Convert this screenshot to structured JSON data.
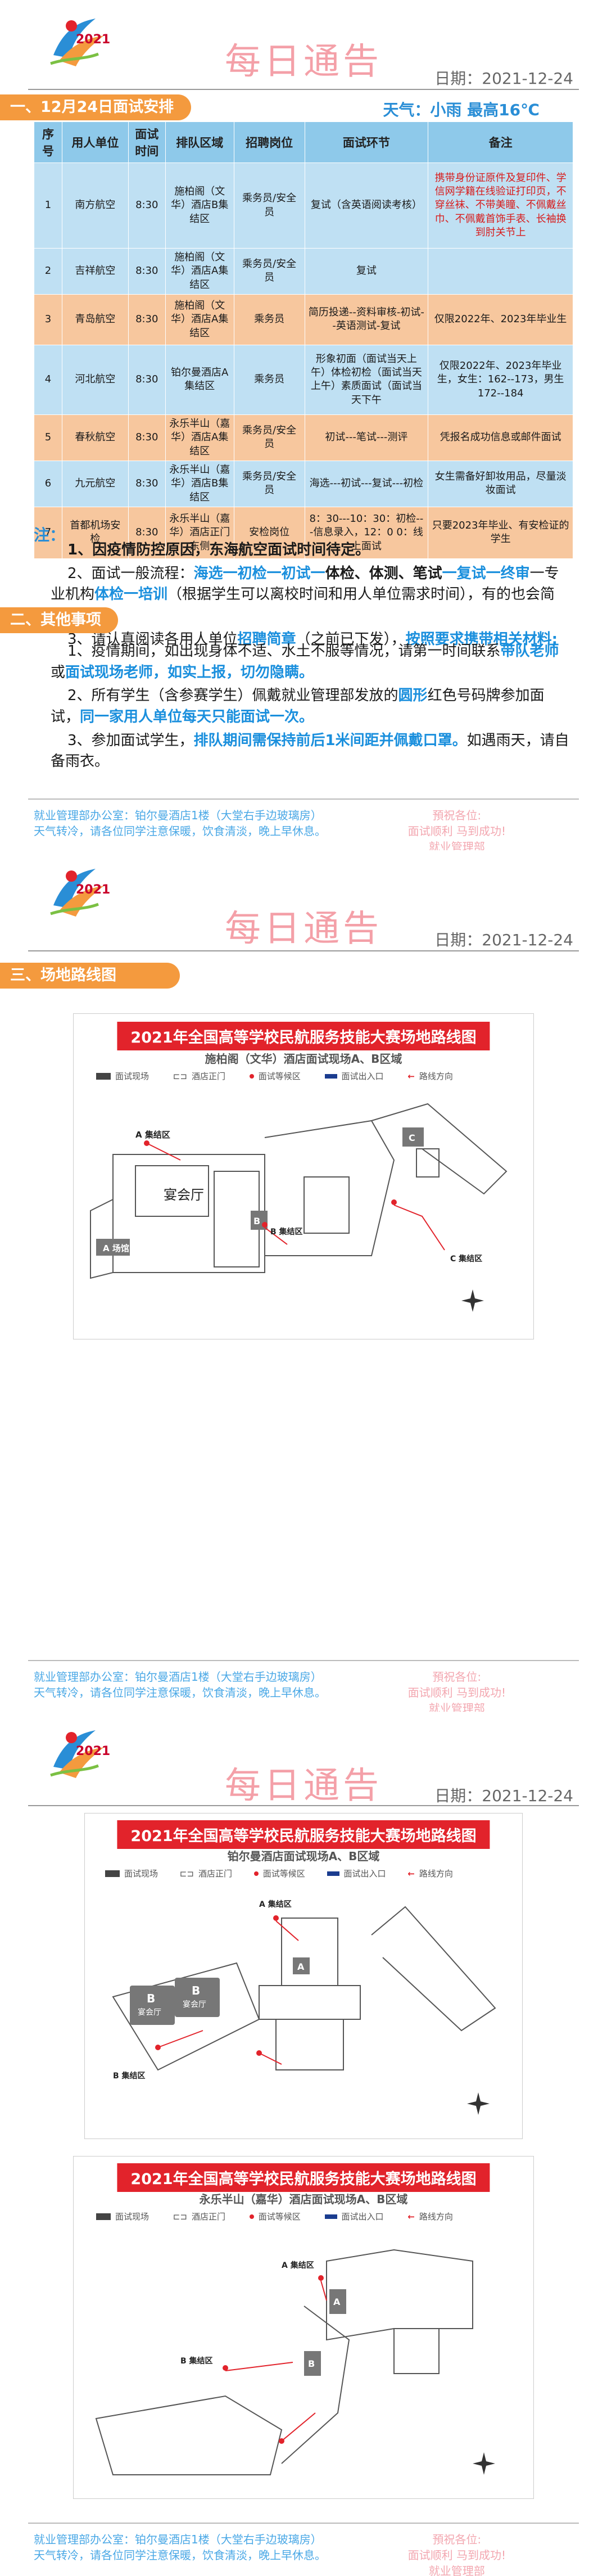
{
  "header": {
    "logo_year": "2021",
    "title": "每日通告",
    "date": "日期：2021-12-24"
  },
  "section1": {
    "label": "一、12月24日面试安排",
    "weather": "天气：小雨    最高16℃"
  },
  "table": {
    "headers": [
      "序号",
      "用人单位",
      "面试时间",
      "排队区域",
      "招聘岗位",
      "面试环节",
      "备注"
    ],
    "rows": [
      {
        "no": "1",
        "unit": "南方航空",
        "time": "8:30",
        "area": "施柏阁（文华）酒店B集结区",
        "post": "乘务员/安全员",
        "step": "复试（含英语阅读考核）",
        "note": "携带身份证原件及复印件、学信网学籍在线验证打印页，不穿丝袜、不带美瞳、不佩戴丝巾、不佩戴首饰手表、长袖换到肘关节上"
      },
      {
        "no": "2",
        "unit": "吉祥航空",
        "time": "8:30",
        "area": "施柏阁（文华）酒店A集结区",
        "post": "乘务员/安全员",
        "step": "复试",
        "note": ""
      },
      {
        "no": "3",
        "unit": "青岛航空",
        "time": "8:30",
        "area": "施柏阁（文华）酒店A集结区",
        "post": "乘务员",
        "step": "简历投递--资料审核-初试--英语测试-复试",
        "note": "仅限2022年、2023年毕业生"
      },
      {
        "no": "4",
        "unit": "河北航空",
        "time": "8:30",
        "area": "铂尔曼酒店A集结区",
        "post": "乘务员",
        "step": "形象初面（面试当天上午）体检初检（面试当天上午）素质面试（面试当天下午",
        "note": "仅限2022年、2023年毕业生，女生：162--173，男生172--184"
      },
      {
        "no": "5",
        "unit": "春秋航空",
        "time": "8:30",
        "area": "永乐半山（嘉华）酒店A集结区",
        "post": "乘务员/安全员",
        "step": "初试---笔试---测评",
        "note": "凭报名成功信息或邮件面试"
      },
      {
        "no": "6",
        "unit": "九元航空",
        "time": "8:30",
        "area": "永乐半山（嘉华）酒店B集结区",
        "post": "乘务员/安全员",
        "step": "海选---初试---复试---初检",
        "note": "女生需备好卸妆用品，尽量淡妆面试"
      },
      {
        "no": "7",
        "unit": "首都机场安检",
        "time": "8:30",
        "area": "永乐半山（嘉华）酒店正门东侧",
        "post": "安检岗位",
        "step": "8：30---10：30：初检---信息录入，12：0  0：线上面试",
        "note": "只要2023年毕业、有安检证的学生"
      }
    ]
  },
  "notes": {
    "label": "注：",
    "n1": "1、因疫情防控原因，东海航空面试时间待定。",
    "n2a": "2、面试一般流程：",
    "n2b": "海选一初检一初试一",
    "n2c": "体检、体测、笔试",
    "n2d": "一复试一终审",
    "n2e": "一专业机构",
    "n2f": "体检一培训",
    "n2g": "（根据学生可以离校时间和用人单位需求时间），有的也会简化;",
    "n3a": "3、请认真阅读各用人单位",
    "n3b": "招聘简章",
    "n3c": "（之前已下发），",
    "n3d": "按照要求携带相关材料;"
  },
  "section2": {
    "label": "二、其他事项",
    "m1a": "1、疫情期间，如出现身体不适、水土不服等情况，请第一时间联系",
    "m1b": "带队老师",
    "m1c": "或",
    "m1d": "面试现场老师，如实上报，切勿隐瞒。",
    "m2a": "2、所有学生（含参赛学生）佩戴就业管理部发放的",
    "m2b": "圆形",
    "m2c": "红色号码牌参加面试，",
    "m2d": "同一家用人单位每天只能面试一次。",
    "m3a": "3、参加面试学生，",
    "m3b": "排队期间需保持前后1米间距并佩戴口罩。",
    "m3c": "如遇雨天，请自备雨衣。"
  },
  "footer": {
    "left1": "就业管理部办公室：铂尔曼酒店1楼（大堂右手边玻璃房）",
    "left2": "天气转冷，请各位同学注意保暖，饮食清淡，晚上早休息。",
    "right1": "預祝各位:",
    "right2": "面试顺利  马到成功!",
    "right3": "就业管理部"
  },
  "section3": {
    "label": "三、场地路线图"
  },
  "map1": {
    "title": "2021年全国高等学校民航服务技能大赛场地路线图",
    "subtitle": "施柏阁（文华）酒店面试现场A、B区域",
    "legend": [
      "面试现场",
      "酒店正门",
      "面试等候区",
      "面试出入口",
      "路线方向"
    ],
    "labels": [
      "A 集结区",
      "宴会厅",
      "A 场馆",
      "B 集结区",
      "C 集结区",
      "B",
      "C"
    ]
  },
  "map2": {
    "title": "2021年全国高等学校民航服务技能大赛场地路线图",
    "subtitle": "铂尔曼酒店面试现场A、B区域",
    "legend": [
      "面试现场",
      "酒店正门",
      "面试等候区",
      "面试出入口",
      "路线方向"
    ],
    "labels": [
      "A 集结区",
      "B 集结区",
      "B",
      "宴会厅",
      "B",
      "宴会厅",
      "A"
    ]
  },
  "map3": {
    "title": "2021年全国高等学校民航服务技能大赛场地路线图",
    "subtitle": "永乐半山（嘉华）酒店面试现场A、B区域",
    "legend": [
      "面试现场",
      "酒店正门",
      "面试等候区",
      "面试出入口",
      "路线方向"
    ],
    "labels": [
      "A 集结区",
      "B 集结区",
      "A",
      "B"
    ]
  },
  "colors": {
    "accent_orange": "#f49a3e",
    "header_blue": "#8ec9ea",
    "row_blue": "#bfe0f3",
    "row_orange": "#f7c79e",
    "text_blue": "#1a8fdd",
    "map_red": "#e2232b",
    "title_pink": "#f4a0a8"
  }
}
